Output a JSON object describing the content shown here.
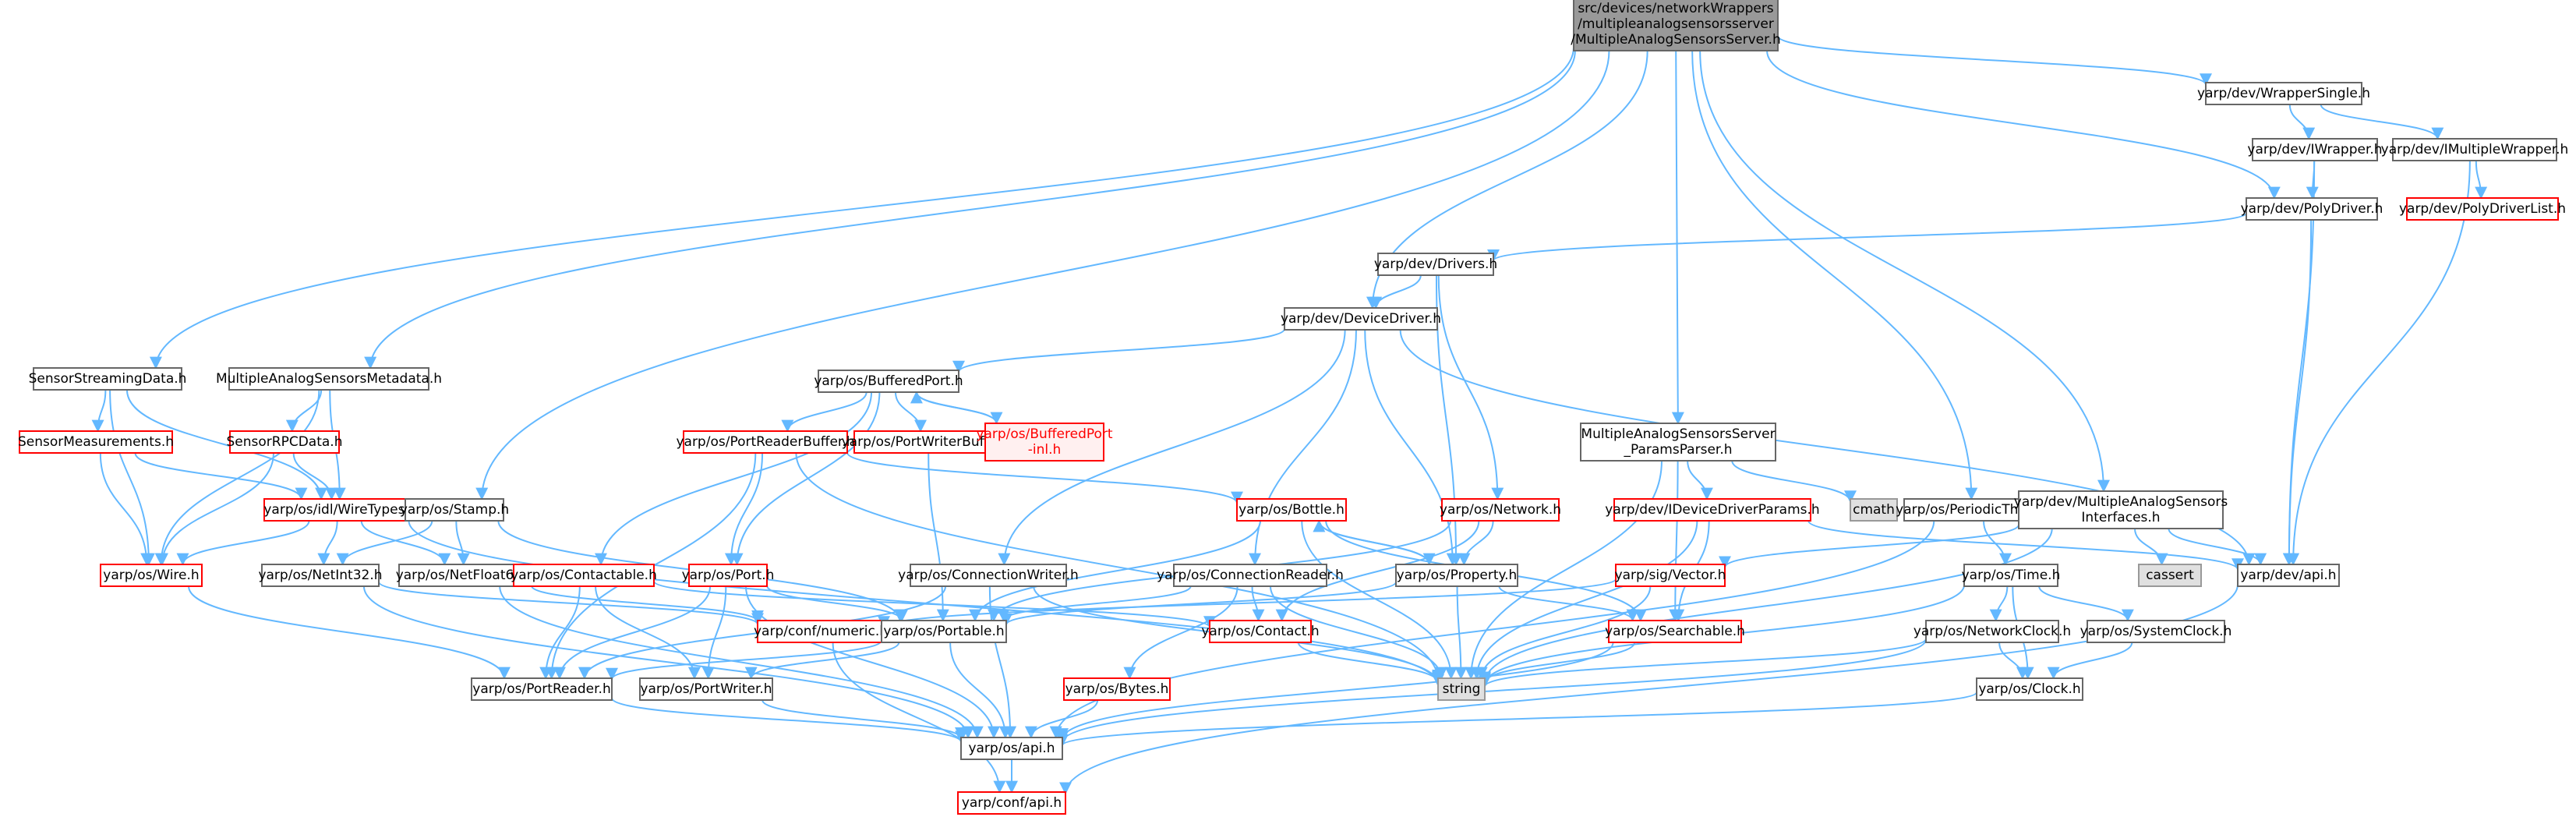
{
  "colors": {
    "edge": "#63b8ff",
    "normal_border": "#666666",
    "warn_border": "#ff0000",
    "external_fill": "#e0e0e0",
    "root_fill": "#999999"
  },
  "nodes": [
    {
      "id": "root",
      "lines": [
        "src/devices/networkWrappers",
        "/multipleanalogsensorsserver",
        "/MultipleAnalogSensorsServer.h"
      ],
      "style": "root"
    },
    {
      "id": "wrappersingle",
      "lines": [
        "yarp/dev/WrapperSingle.h"
      ],
      "style": "normal"
    },
    {
      "id": "iwrapper",
      "lines": [
        "yarp/dev/IWrapper.h"
      ],
      "style": "normal"
    },
    {
      "id": "imultiplewrapper",
      "lines": [
        "yarp/dev/IMultipleWrapper.h"
      ],
      "style": "normal"
    },
    {
      "id": "polydriverlist",
      "lines": [
        "yarp/dev/PolyDriverList.h"
      ],
      "style": "red"
    },
    {
      "id": "polydriver",
      "lines": [
        "yarp/dev/PolyDriver.h"
      ],
      "style": "normal"
    },
    {
      "id": "drivers",
      "lines": [
        "yarp/dev/Drivers.h"
      ],
      "style": "normal"
    },
    {
      "id": "devicedriver",
      "lines": [
        "yarp/dev/DeviceDriver.h"
      ],
      "style": "normal"
    },
    {
      "id": "sensorstreaming",
      "lines": [
        "SensorStreamingData.h"
      ],
      "style": "normal"
    },
    {
      "id": "masmetadata",
      "lines": [
        "MultipleAnalogSensorsMetadata.h"
      ],
      "style": "normal"
    },
    {
      "id": "bufferedport",
      "lines": [
        "yarp/os/BufferedPort.h"
      ],
      "style": "normal"
    },
    {
      "id": "sensormeas",
      "lines": [
        "SensorMeasurements.h"
      ],
      "style": "red"
    },
    {
      "id": "sensorrpc",
      "lines": [
        "SensorRPCData.h"
      ],
      "style": "red"
    },
    {
      "id": "portreaderbuffer",
      "lines": [
        "yarp/os/PortReaderBuffer.h"
      ],
      "style": "red"
    },
    {
      "id": "portwriterbuffer",
      "lines": [
        "yarp/os/PortWriterBuffer.h"
      ],
      "style": "red"
    },
    {
      "id": "bufferedportinl",
      "lines": [
        "yarp/os/BufferedPort",
        "-inl.h"
      ],
      "style": "red-light"
    },
    {
      "id": "paramsparser",
      "lines": [
        "MultipleAnalogSensorsServer",
        "_ParamsParser.h"
      ],
      "style": "normal"
    },
    {
      "id": "cmath",
      "lines": [
        "cmath"
      ],
      "style": "gray"
    },
    {
      "id": "ideviceparams",
      "lines": [
        "yarp/dev/IDeviceDriverParams.h"
      ],
      "style": "red"
    },
    {
      "id": "periodicthread",
      "lines": [
        "yarp/os/PeriodicThread.h"
      ],
      "style": "normal"
    },
    {
      "id": "masinterfaces",
      "lines": [
        "yarp/dev/MultipleAnalogSensors",
        "Interfaces.h"
      ],
      "style": "normal"
    },
    {
      "id": "wiretypes",
      "lines": [
        "yarp/os/idl/WireTypes.h"
      ],
      "style": "red"
    },
    {
      "id": "stamp",
      "lines": [
        "yarp/os/Stamp.h"
      ],
      "style": "normal"
    },
    {
      "id": "bottle",
      "lines": [
        "yarp/os/Bottle.h"
      ],
      "style": "red"
    },
    {
      "id": "network",
      "lines": [
        "yarp/os/Network.h"
      ],
      "style": "red"
    },
    {
      "id": "cassert",
      "lines": [
        "cassert"
      ],
      "style": "gray"
    },
    {
      "id": "devapi",
      "lines": [
        "yarp/dev/api.h"
      ],
      "style": "normal"
    },
    {
      "id": "wire",
      "lines": [
        "yarp/os/Wire.h"
      ],
      "style": "red"
    },
    {
      "id": "netint32",
      "lines": [
        "yarp/os/NetInt32.h"
      ],
      "style": "normal"
    },
    {
      "id": "netfloat64",
      "lines": [
        "yarp/os/NetFloat64.h"
      ],
      "style": "normal"
    },
    {
      "id": "contactable",
      "lines": [
        "yarp/os/Contactable.h"
      ],
      "style": "red"
    },
    {
      "id": "port",
      "lines": [
        "yarp/os/Port.h"
      ],
      "style": "red"
    },
    {
      "id": "connwriter",
      "lines": [
        "yarp/os/ConnectionWriter.h"
      ],
      "style": "normal"
    },
    {
      "id": "connreader",
      "lines": [
        "yarp/os/ConnectionReader.h"
      ],
      "style": "normal"
    },
    {
      "id": "property",
      "lines": [
        "yarp/os/Property.h"
      ],
      "style": "normal"
    },
    {
      "id": "sigvector",
      "lines": [
        "yarp/sig/Vector.h"
      ],
      "style": "red"
    },
    {
      "id": "time",
      "lines": [
        "yarp/os/Time.h"
      ],
      "style": "normal"
    },
    {
      "id": "confnumeric",
      "lines": [
        "yarp/conf/numeric.h"
      ],
      "style": "red"
    },
    {
      "id": "portable",
      "lines": [
        "yarp/os/Portable.h"
      ],
      "style": "normal"
    },
    {
      "id": "contact",
      "lines": [
        "yarp/os/Contact.h"
      ],
      "style": "red"
    },
    {
      "id": "searchable",
      "lines": [
        "yarp/os/Searchable.h"
      ],
      "style": "red"
    },
    {
      "id": "networkclock",
      "lines": [
        "yarp/os/NetworkClock.h"
      ],
      "style": "normal"
    },
    {
      "id": "systemclock",
      "lines": [
        "yarp/os/SystemClock.h"
      ],
      "style": "normal"
    },
    {
      "id": "portreader",
      "lines": [
        "yarp/os/PortReader.h"
      ],
      "style": "normal"
    },
    {
      "id": "portwriter",
      "lines": [
        "yarp/os/PortWriter.h"
      ],
      "style": "normal"
    },
    {
      "id": "string",
      "lines": [
        "string"
      ],
      "style": "gray"
    },
    {
      "id": "bytes",
      "lines": [
        "yarp/os/Bytes.h"
      ],
      "style": "red"
    },
    {
      "id": "clock",
      "lines": [
        "yarp/os/Clock.h"
      ],
      "style": "normal"
    },
    {
      "id": "osapi",
      "lines": [
        "yarp/os/api.h"
      ],
      "style": "normal"
    },
    {
      "id": "confapi",
      "lines": [
        "yarp/conf/api.h"
      ],
      "style": "red"
    }
  ],
  "edges": [
    [
      "root",
      "wrappersingle"
    ],
    [
      "root",
      "polydriver"
    ],
    [
      "root",
      "devicedriver"
    ],
    [
      "root",
      "sensorstreaming"
    ],
    [
      "root",
      "masmetadata"
    ],
    [
      "root",
      "stamp"
    ],
    [
      "root",
      "paramsparser"
    ],
    [
      "root",
      "periodicthread"
    ],
    [
      "root",
      "masinterfaces"
    ],
    [
      "wrappersingle",
      "iwrapper"
    ],
    [
      "wrappersingle",
      "imultiplewrapper"
    ],
    [
      "iwrapper",
      "polydriver"
    ],
    [
      "iwrapper",
      "devapi"
    ],
    [
      "imultiplewrapper",
      "polydriverlist"
    ],
    [
      "imultiplewrapper",
      "devapi"
    ],
    [
      "polydriver",
      "drivers"
    ],
    [
      "polydriver",
      "devapi"
    ],
    [
      "drivers",
      "devicedriver"
    ],
    [
      "drivers",
      "network"
    ],
    [
      "drivers",
      "property"
    ],
    [
      "devicedriver",
      "bufferedport"
    ],
    [
      "devicedriver",
      "connwriter"
    ],
    [
      "devicedriver",
      "connreader"
    ],
    [
      "devicedriver",
      "property"
    ],
    [
      "devicedriver",
      "devapi"
    ],
    [
      "sensorstreaming",
      "sensormeas"
    ],
    [
      "sensorstreaming",
      "wiretypes"
    ],
    [
      "sensorstreaming",
      "wire"
    ],
    [
      "masmetadata",
      "sensorrpc"
    ],
    [
      "masmetadata",
      "wiretypes"
    ],
    [
      "masmetadata",
      "wire"
    ],
    [
      "sensormeas",
      "wiretypes"
    ],
    [
      "sensormeas",
      "wire"
    ],
    [
      "sensorrpc",
      "wiretypes"
    ],
    [
      "sensorrpc",
      "wire"
    ],
    [
      "bufferedport",
      "portreaderbuffer"
    ],
    [
      "bufferedport",
      "portwriterbuffer"
    ],
    [
      "bufferedport",
      "bufferedportinl"
    ],
    [
      "bufferedport",
      "contactable"
    ],
    [
      "bufferedport",
      "port"
    ],
    [
      "bufferedportinl",
      "bufferedport"
    ],
    [
      "portreaderbuffer",
      "port"
    ],
    [
      "portreaderbuffer",
      "bottle"
    ],
    [
      "portreaderbuffer",
      "portreader"
    ],
    [
      "portreaderbuffer",
      "string"
    ],
    [
      "portwriterbuffer",
      "portable"
    ],
    [
      "paramsparser",
      "cmath"
    ],
    [
      "paramsparser",
      "ideviceparams"
    ],
    [
      "paramsparser",
      "searchable"
    ],
    [
      "paramsparser",
      "string"
    ],
    [
      "ideviceparams",
      "searchable"
    ],
    [
      "ideviceparams",
      "string"
    ],
    [
      "ideviceparams",
      "devapi"
    ],
    [
      "periodicthread",
      "time"
    ],
    [
      "periodicthread",
      "osapi"
    ],
    [
      "masinterfaces",
      "cassert"
    ],
    [
      "masinterfaces",
      "sigvector"
    ],
    [
      "masinterfaces",
      "devapi"
    ],
    [
      "masinterfaces",
      "string"
    ],
    [
      "wiretypes",
      "wire"
    ],
    [
      "wiretypes",
      "netint32"
    ],
    [
      "wiretypes",
      "netfloat64"
    ],
    [
      "wiretypes",
      "string"
    ],
    [
      "stamp",
      "portable"
    ],
    [
      "stamp",
      "netint32"
    ],
    [
      "stamp",
      "netfloat64"
    ],
    [
      "bottle",
      "property"
    ],
    [
      "bottle",
      "portable"
    ],
    [
      "bottle",
      "searchable"
    ],
    [
      "bottle",
      "string"
    ],
    [
      "network",
      "property"
    ],
    [
      "network",
      "contact"
    ],
    [
      "network",
      "portable"
    ],
    [
      "property",
      "bottle"
    ],
    [
      "property",
      "searchable"
    ],
    [
      "property",
      "portable"
    ],
    [
      "property",
      "string"
    ],
    [
      "devapi",
      "confapi"
    ],
    [
      "wire",
      "portreader"
    ],
    [
      "netint32",
      "confnumeric"
    ],
    [
      "netint32",
      "osapi"
    ],
    [
      "netfloat64",
      "confnumeric"
    ],
    [
      "netfloat64",
      "osapi"
    ],
    [
      "contactable",
      "portreader"
    ],
    [
      "contactable",
      "portwriter"
    ],
    [
      "contactable",
      "contact"
    ],
    [
      "port",
      "portreader"
    ],
    [
      "port",
      "portwriter"
    ],
    [
      "port",
      "portable"
    ],
    [
      "port",
      "osapi"
    ],
    [
      "connwriter",
      "portreader"
    ],
    [
      "connwriter",
      "osapi"
    ],
    [
      "connwriter",
      "string"
    ],
    [
      "connreader",
      "portable"
    ],
    [
      "connreader",
      "contact"
    ],
    [
      "connreader",
      "bytes"
    ],
    [
      "connreader",
      "string"
    ],
    [
      "sigvector",
      "confnumeric"
    ],
    [
      "sigvector",
      "string"
    ],
    [
      "time",
      "networkclock"
    ],
    [
      "time",
      "systemclock"
    ],
    [
      "time",
      "clock"
    ],
    [
      "time",
      "string"
    ],
    [
      "confnumeric",
      "confapi"
    ],
    [
      "portable",
      "portreader"
    ],
    [
      "portable",
      "portwriter"
    ],
    [
      "portable",
      "osapi"
    ],
    [
      "contact",
      "string"
    ],
    [
      "searchable",
      "string"
    ],
    [
      "searchable",
      "osapi"
    ],
    [
      "networkclock",
      "clock"
    ],
    [
      "networkclock",
      "osapi"
    ],
    [
      "networkclock",
      "string"
    ],
    [
      "systemclock",
      "clock"
    ],
    [
      "portreader",
      "osapi"
    ],
    [
      "portwriter",
      "osapi"
    ],
    [
      "bytes",
      "osapi"
    ],
    [
      "clock",
      "osapi"
    ],
    [
      "osapi",
      "confapi"
    ]
  ]
}
